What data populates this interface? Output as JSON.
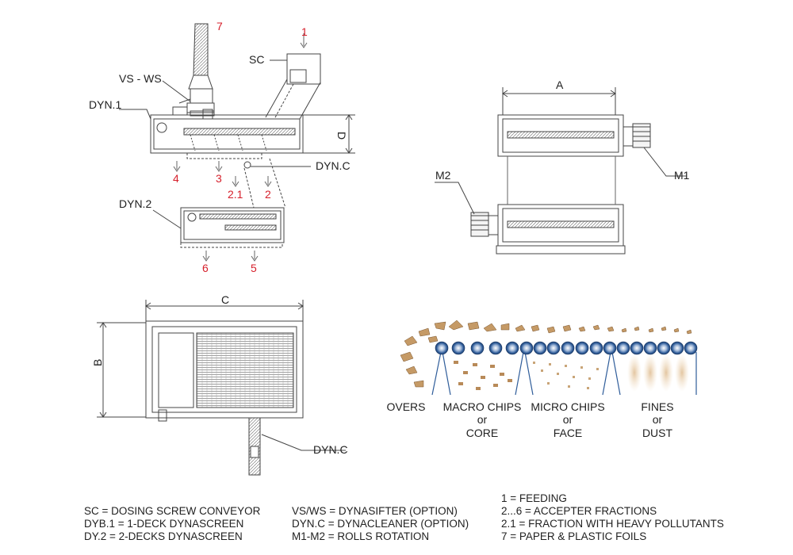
{
  "diagram": {
    "labels": {
      "sc": "SC",
      "vsws": "VS - WS",
      "dyn1": "DYN.1",
      "dyn2": "DYN.2",
      "dync_top": "DYN.C",
      "dync_bottom": "DYN.C",
      "m1": "M1",
      "m2": "M2",
      "dim_a": "A",
      "dim_b": "B",
      "dim_c": "C",
      "dim_d": "D"
    },
    "flow_numbers": {
      "n1": "1",
      "n7": "7",
      "n4": "4",
      "n3": "3",
      "n21": "2.1",
      "n2": "2",
      "n6": "6",
      "n5": "5"
    },
    "fractions": [
      {
        "line1": "OVERS",
        "line2": "",
        "line3": ""
      },
      {
        "line1": "MACRO CHIPS",
        "line2": "or",
        "line3": "CORE"
      },
      {
        "line1": "MICRO CHIPS",
        "line2": "or",
        "line3": "FACE"
      },
      {
        "line1": "FINES",
        "line2": "or",
        "line3": "DUST"
      }
    ],
    "colors": {
      "accent_red": "#d61f2b",
      "roll_blue": "#2f5d9a",
      "line_gray": "#555555"
    }
  },
  "legend": {
    "col1": [
      "SC = DOSING SCREW CONVEYOR",
      "DYB.1 = 1-DECK DYNASCREEN",
      "DY.2 = 2-DECKS DYNASCREEN"
    ],
    "col2": [
      "VS/WS = DYNASIFTER (OPTION)",
      "DYN.C = DYNACLEANER (OPTION)",
      "M1-M2 = ROLLS ROTATION"
    ],
    "col3": [
      "1 = FEEDING",
      "2...6 = ACCEPTER FRACTIONS",
      "2.1 = FRACTION WITH HEAVY POLLUTANTS",
      "7 = PAPER & PLASTIC FOILS"
    ]
  }
}
